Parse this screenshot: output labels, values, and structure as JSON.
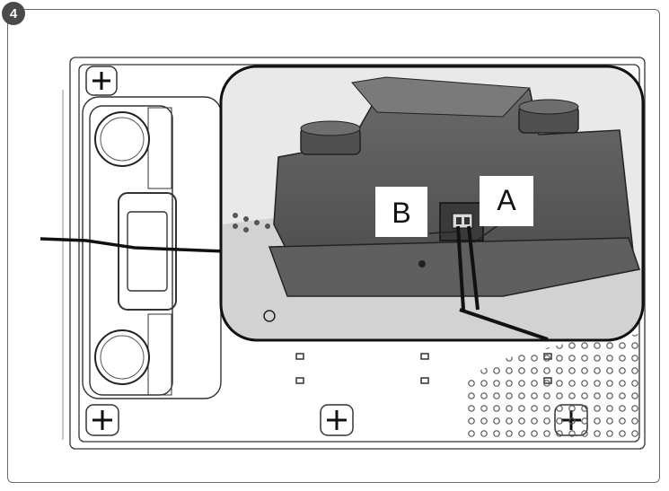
{
  "step": {
    "number": "4"
  },
  "callouts": {
    "a": "A",
    "b": "B"
  },
  "colors": {
    "frame": "#6b6b6b",
    "badge": "#4a4a4a",
    "device": "#5a5a5a",
    "line": "#222222"
  }
}
